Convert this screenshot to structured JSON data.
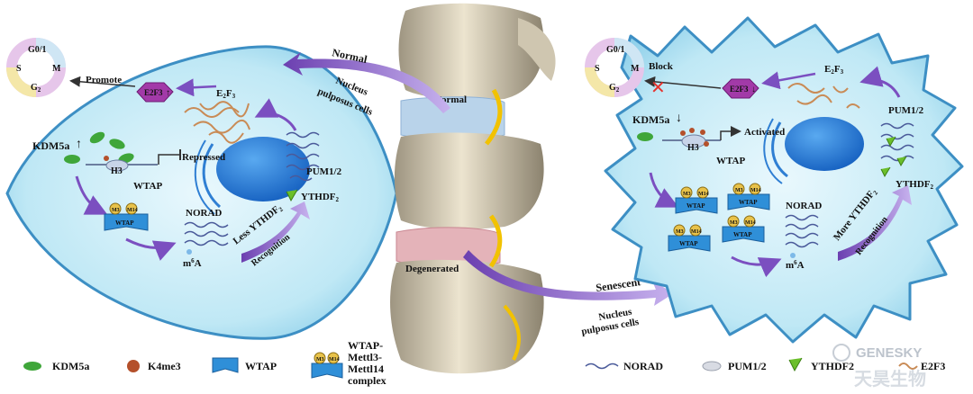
{
  "left_cell": {
    "cycle": {
      "g01": "G0/1",
      "s": "S",
      "m": "M",
      "g2": "G",
      "g2_sub": "2"
    },
    "promote": "Promote",
    "e2f3_hex": "E2F3",
    "e2f3_arrow": "↑",
    "e2f3_label": "E",
    "e2f3_sub": "2",
    "e2f3_tail": "F",
    "e2f3_sub2": "3",
    "kdm5a": "KDM5a",
    "kdm_arrow": "↑",
    "repressed": "Repressed",
    "h3": "H3",
    "wtap": "WTAP",
    "pum": "PUM1/2",
    "ythdf": "YTHDF",
    "ythdf_sub": "2",
    "norad": "NORAD",
    "m6a": "m",
    "m6a_sup": "6",
    "m6a_tail": "A",
    "less": "Less YTHDF",
    "less_sub": "2",
    "recognition": "Recognition",
    "m3": "M3",
    "m14": "M14",
    "box_wtap": "WTAP"
  },
  "center": {
    "normal_arrow": "Normal",
    "nucleus_top_1": "Nucleus",
    "nucleus_top_2": "pulposus cells",
    "normal_disc": "Normal",
    "degenerated": "Degenerated",
    "senescent": "Senescent",
    "nucleus_bot_1": "Nucleus",
    "nucleus_bot_2": "pulposus cells"
  },
  "right_cell": {
    "cycle": {
      "g01": "G0/1",
      "s": "S",
      "m": "M",
      "g2": "G",
      "g2_sub": "2"
    },
    "block": "Block",
    "e2f3_hex": "E2F3",
    "e2f3_arrow": "↓",
    "e2f3_label": "E",
    "e2f3_sub": "2",
    "e2f3_tail": "F",
    "e2f3_sub2": "3",
    "kdm5a": "KDM5a",
    "kdm_arrow": "↓",
    "activated": "Activated",
    "h3": "H3",
    "wtap": "WTAP",
    "pum": "PUM1/2",
    "ythdf": "YTHDF",
    "ythdf_sub": "2",
    "norad": "NORAD",
    "m6a": "m",
    "m6a_sup": "6",
    "m6a_tail": "A",
    "more": "More YTHDF",
    "more_sub": "2",
    "recognition": "Recognition",
    "m3": "M3",
    "m14": "M14",
    "box_wtap": "WTAP"
  },
  "legend": {
    "kdm5a": "KDM5a",
    "k4me3": "K4me3",
    "wtap": "WTAP",
    "complex_1": "WTAP-",
    "complex_2": "Mettl3-",
    "complex_3": "Mettl14",
    "complex_4": "complex",
    "norad": "NORAD",
    "pum": "PUM1/2",
    "ythdf2": "YTHDF2",
    "e2f3": "E2F3",
    "m3": "M3",
    "m14": "M14"
  },
  "watermark": {
    "latin": "GENESKY",
    "cjk": "天昊生物"
  },
  "colors": {
    "cell_fill": "#bfe8f5",
    "cell_stroke": "#3d8fc4",
    "nucleus": "#1f7fd8",
    "arrow_purple": "#8a5cc7",
    "kdm_green": "#3fa63a",
    "k4me3": "#b4502b",
    "wtap_blue": "#2f8fd8",
    "hex_purple": "#a23aa8",
    "block_red": "#e5322d"
  }
}
